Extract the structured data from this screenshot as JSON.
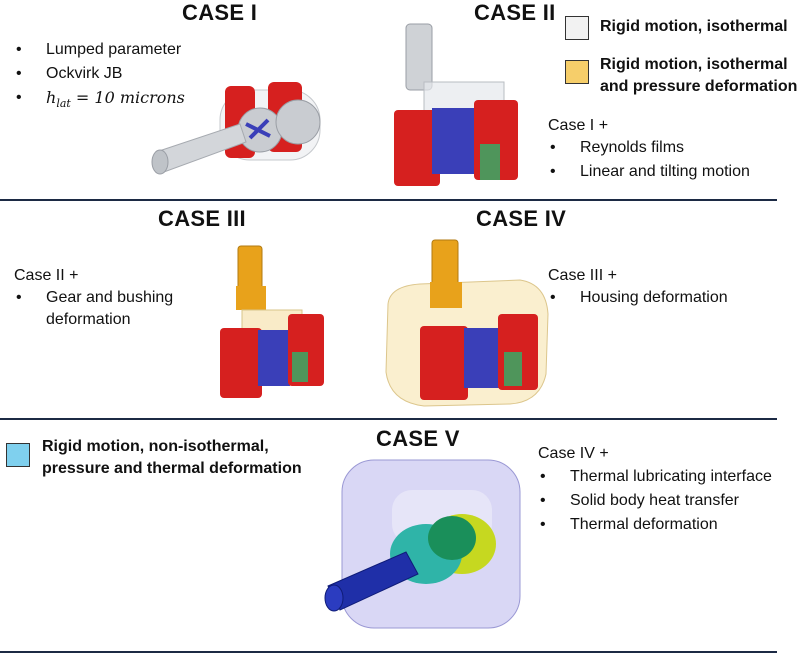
{
  "case1": {
    "title": "CASE I",
    "bullets": [
      "Lumped parameter",
      "Ockvirk JB"
    ],
    "math": {
      "var": "h",
      "sub": "lat",
      "rhs": "= 10 microns"
    }
  },
  "case2": {
    "title": "CASE II",
    "intro": "Case I +",
    "bullets": [
      "Reynolds films",
      "Linear and tilting motion"
    ]
  },
  "case3": {
    "title": "CASE III",
    "intro": "Case II +",
    "bullets": [
      "Gear and bushing"
    ],
    "continuation": "deformation"
  },
  "case4": {
    "title": "CASE IV",
    "intro": "Case III +",
    "bullets": [
      "Housing deformation"
    ]
  },
  "case5": {
    "title": "CASE V",
    "intro": "Case IV +",
    "bullets": [
      "Thermal lubricating interface",
      "Solid body heat transfer",
      "Thermal deformation"
    ]
  },
  "legend": [
    {
      "line1": "Rigid motion, isothermal",
      "line2": "",
      "color": "#f2f2f2"
    },
    {
      "line1": "Rigid motion, isothermal",
      "line2": "and pressure deformation",
      "color": "#f6ce6a"
    },
    {
      "line1": "Rigid motion, non-isothermal,",
      "line2": "pressure and thermal deformation",
      "color": "#7fd0ee"
    }
  ],
  "colors": {
    "red": "#d6201f",
    "blue": "#3a3fb8",
    "orange": "#e8a21b",
    "grey": "#cfd2d6",
    "rule": "#1c2a44"
  }
}
